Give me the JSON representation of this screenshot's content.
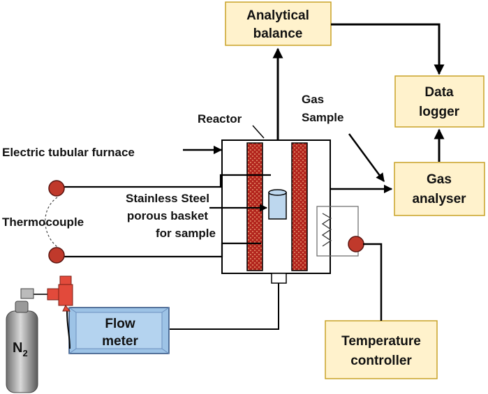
{
  "boxes": {
    "analytical_balance": [
      "Analytical",
      "balance"
    ],
    "data_logger": [
      "Data",
      "logger"
    ],
    "gas_analyser": [
      "Gas",
      "analyser"
    ],
    "temperature_controller": [
      "Temperature",
      "controller"
    ],
    "flow_meter": [
      "Flow",
      "meter"
    ]
  },
  "labels": {
    "reactor": "Reactor",
    "electric_furnace": "Electric tubular furnace",
    "thermocouple": "Thermocouple",
    "gas_sample": [
      "Gas",
      "Sample"
    ],
    "basket": [
      "Stainless Steel",
      "porous basket",
      "for sample"
    ],
    "n2": "N",
    "n2_sub": "2"
  },
  "colors": {
    "box_fill": "#fff2cc",
    "box_stroke": "#c9a227",
    "heater_fill": "#b3261e",
    "flow_meter_fill": "#9dc3e6",
    "basket_fill": "#bdd7ee",
    "cylinder": "#8c8c8c",
    "valve": "#e24a3b"
  }
}
